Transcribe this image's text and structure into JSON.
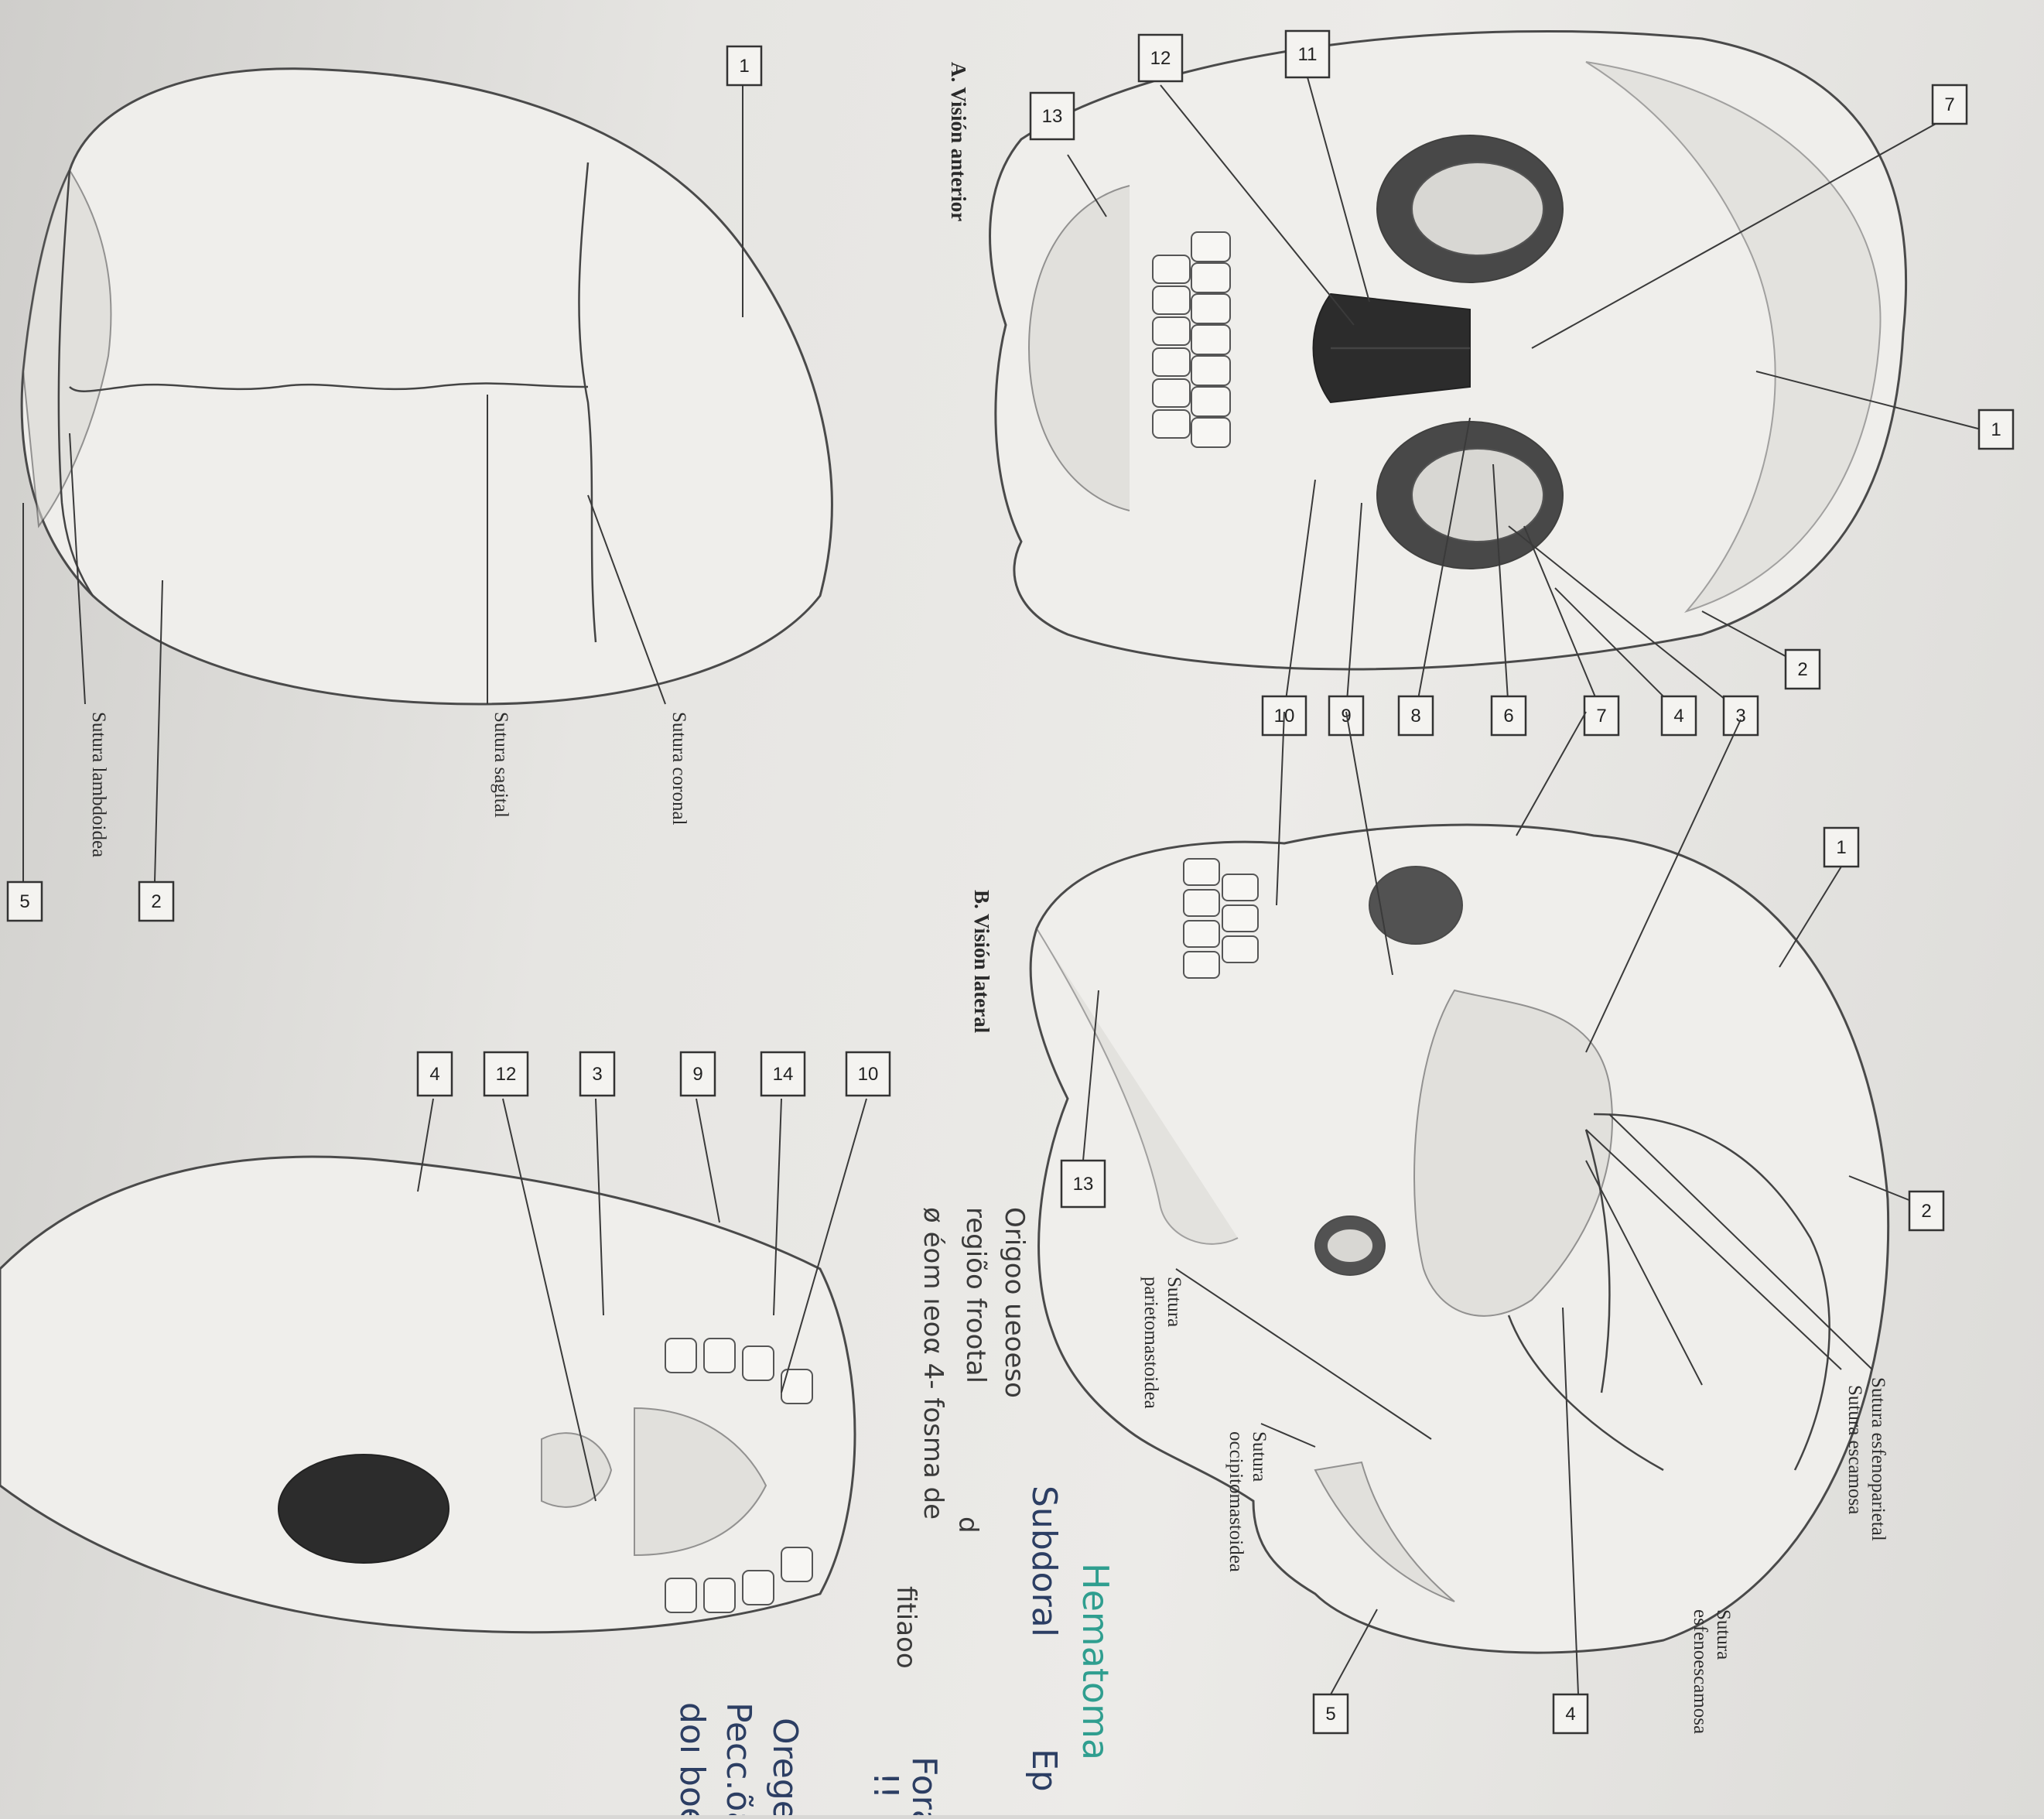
{
  "figure_a": {
    "caption": "A. Visión anterior",
    "labels": [
      "1",
      "2",
      "3",
      "4",
      "6",
      "7",
      "8",
      "9",
      "10",
      "11",
      "12",
      "13",
      "7"
    ]
  },
  "figure_b": {
    "caption": "B. Visión lateral",
    "labels": [
      "1",
      "2",
      "3",
      "4",
      "5",
      "7",
      "9",
      "10",
      "13"
    ],
    "sutures": {
      "esfenoparietal": "Sutura esfenoparietal",
      "escamosa": "Sutura escamosa",
      "esfenoescamosa_1": "Sutura",
      "esfenoescamosa_2": "esfenoescamosa",
      "parietomastoidea_1": "Sutura",
      "parietomastoidea_2": "parietomastoidea",
      "occipitomastoidea_1": "Sutura",
      "occipitomastoidea_2": "occipitomastoidea"
    }
  },
  "figure_c": {
    "labels": [
      "1",
      "2",
      "5"
    ],
    "sutures": {
      "coronal": "Sutura coronal",
      "sagital": "Sutura sagital",
      "lambdoidea": "Sutura lambdoidea"
    }
  },
  "figure_d": {
    "labels": [
      "4",
      "12",
      "3",
      "9",
      "14",
      "10"
    ]
  },
  "handwriting": {
    "line1": "Origoo ueoeso",
    "line2": "regiõo frootal",
    "line3": "ø éom ıeoα 4- fosma de",
    "line4": "fitiaoo",
    "line5": "d",
    "hematoma": "Hematoma",
    "subdural": "Subdoral",
    "ep": "Ep",
    "fora": "Fora",
    "fora2": "!!",
    "origem": "Oregen",
    "pecio": "Pecc.õa",
    "dos": "doı boe"
  }
}
